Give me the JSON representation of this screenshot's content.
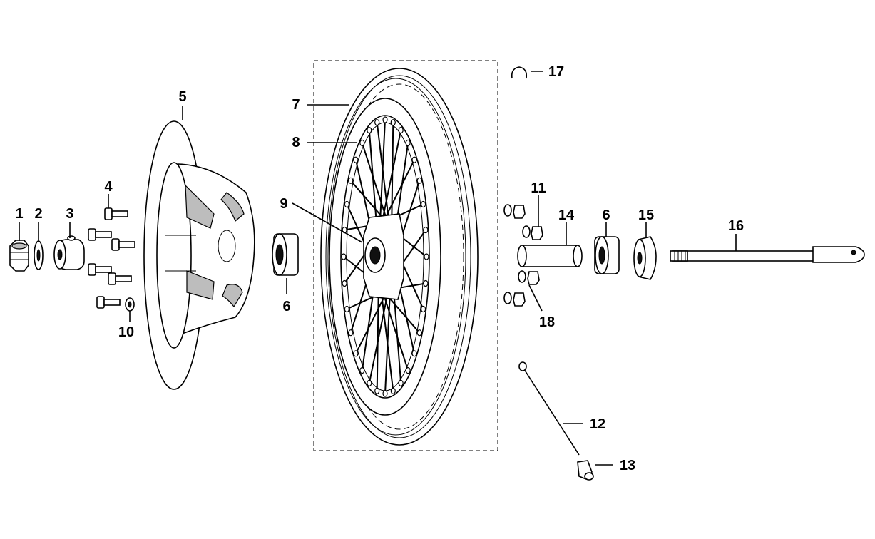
{
  "diagram": {
    "labels": [
      {
        "id": "1",
        "text": "1"
      },
      {
        "id": "2",
        "text": "2"
      },
      {
        "id": "3",
        "text": "3"
      },
      {
        "id": "4",
        "text": "4"
      },
      {
        "id": "5",
        "text": "5"
      },
      {
        "id": "6a",
        "text": "6"
      },
      {
        "id": "6b",
        "text": "6"
      },
      {
        "id": "7",
        "text": "7"
      },
      {
        "id": "8",
        "text": "8"
      },
      {
        "id": "9",
        "text": "9"
      },
      {
        "id": "10",
        "text": "10"
      },
      {
        "id": "11",
        "text": "11"
      },
      {
        "id": "12",
        "text": "12"
      },
      {
        "id": "13",
        "text": "13"
      },
      {
        "id": "14",
        "text": "14"
      },
      {
        "id": "15",
        "text": "15"
      },
      {
        "id": "16",
        "text": "16"
      },
      {
        "id": "17",
        "text": "17"
      },
      {
        "id": "18",
        "text": "18"
      }
    ],
    "parts": [
      "nut",
      "washer",
      "flange",
      "bolts",
      "brake-disc",
      "wheel-bearing",
      "tyre",
      "rim",
      "spoked-hub",
      "small-washer",
      "spoke-nipple-nuts",
      "spoke",
      "spoke-nipple",
      "spacer-tube",
      "bearing-cap",
      "axle",
      "circlip",
      "washers-nuts"
    ]
  }
}
